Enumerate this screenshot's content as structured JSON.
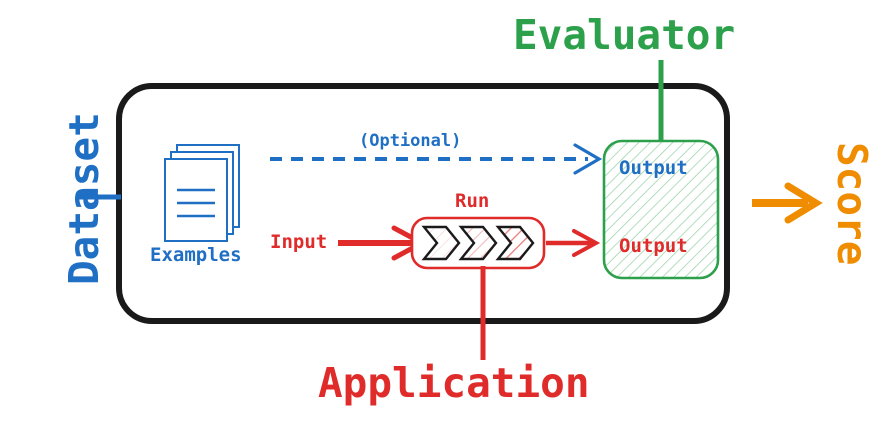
{
  "diagram": {
    "title": "Evaluation pipeline diagram",
    "colors": {
      "blue": "#1f6fc4",
      "red": "#e02b2b",
      "green": "#2ca04a",
      "orange": "#ef8c00",
      "black": "#1a1a1a",
      "background": "#ffffff"
    },
    "outer_box": {
      "name": "experiment-container",
      "label": ""
    },
    "labels": {
      "dataset": "Dataset",
      "evaluator": "Evaluator",
      "application": "Application",
      "score": "Score",
      "examples": "Examples",
      "optional": "(Optional)",
      "input": "Input",
      "run": "Run",
      "output_reference": "Output",
      "output_prediction": "Output"
    },
    "edges": {
      "dataset_connector": "line",
      "optional_arrow": "dashed-arrow",
      "input_arrow": "solid-arrow",
      "run_output_arrow": "solid-arrow",
      "evaluator_connector": "line",
      "application_connector": "line",
      "score_arrow": "solid-arrow"
    },
    "run_block": {
      "chevron_count": 3,
      "fill_pattern": "diagonal-hatch"
    },
    "examples_icon": {
      "page_count": 3,
      "text_line_count": 3
    }
  }
}
